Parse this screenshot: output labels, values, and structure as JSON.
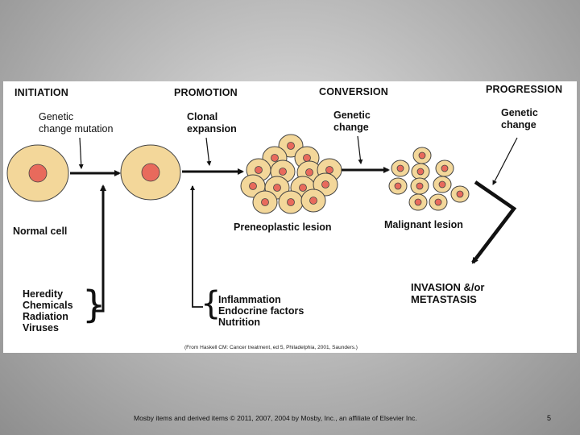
{
  "stages": {
    "initiation": "INITIATION",
    "promotion": "PROMOTION",
    "conversion": "CONVERSION",
    "progression": "PROGRESSION"
  },
  "labels": {
    "genetic_change_mutation": [
      "Genetic",
      "change mutation"
    ],
    "clonal_expansion": [
      "Clonal",
      "expansion"
    ],
    "conversion_change": [
      "Genetic",
      "change"
    ],
    "progression_change": [
      "Genetic",
      "change"
    ],
    "normal_cell": "Normal cell",
    "preneoplastic_lesion": "Preneoplastic lesion",
    "malignant_lesion": "Malignant lesion",
    "invasion": [
      "INVASION &/or",
      "METASTASIS"
    ]
  },
  "initiating_factors": [
    "Heredity",
    "Chemicals",
    "Radiation",
    "Viruses"
  ],
  "promoting_factors": [
    "Inflammation",
    "Endocrine factors",
    "Nutrition"
  ],
  "citation": "(From Haskell CM: Cancer treatment, ed 5, Philadelphia, 2001, Saunders.)",
  "footer": {
    "copyright": "Mosby items and derived items © 2011, 2007, 2004 by Mosby, Inc., an affiliate of Elsevier Inc.",
    "page_number": "5"
  },
  "colors": {
    "cell_fill": "#f3d79a",
    "cell_stroke": "#444444",
    "nucleus_fill": "#e86a5c",
    "arrow": "#111111"
  }
}
